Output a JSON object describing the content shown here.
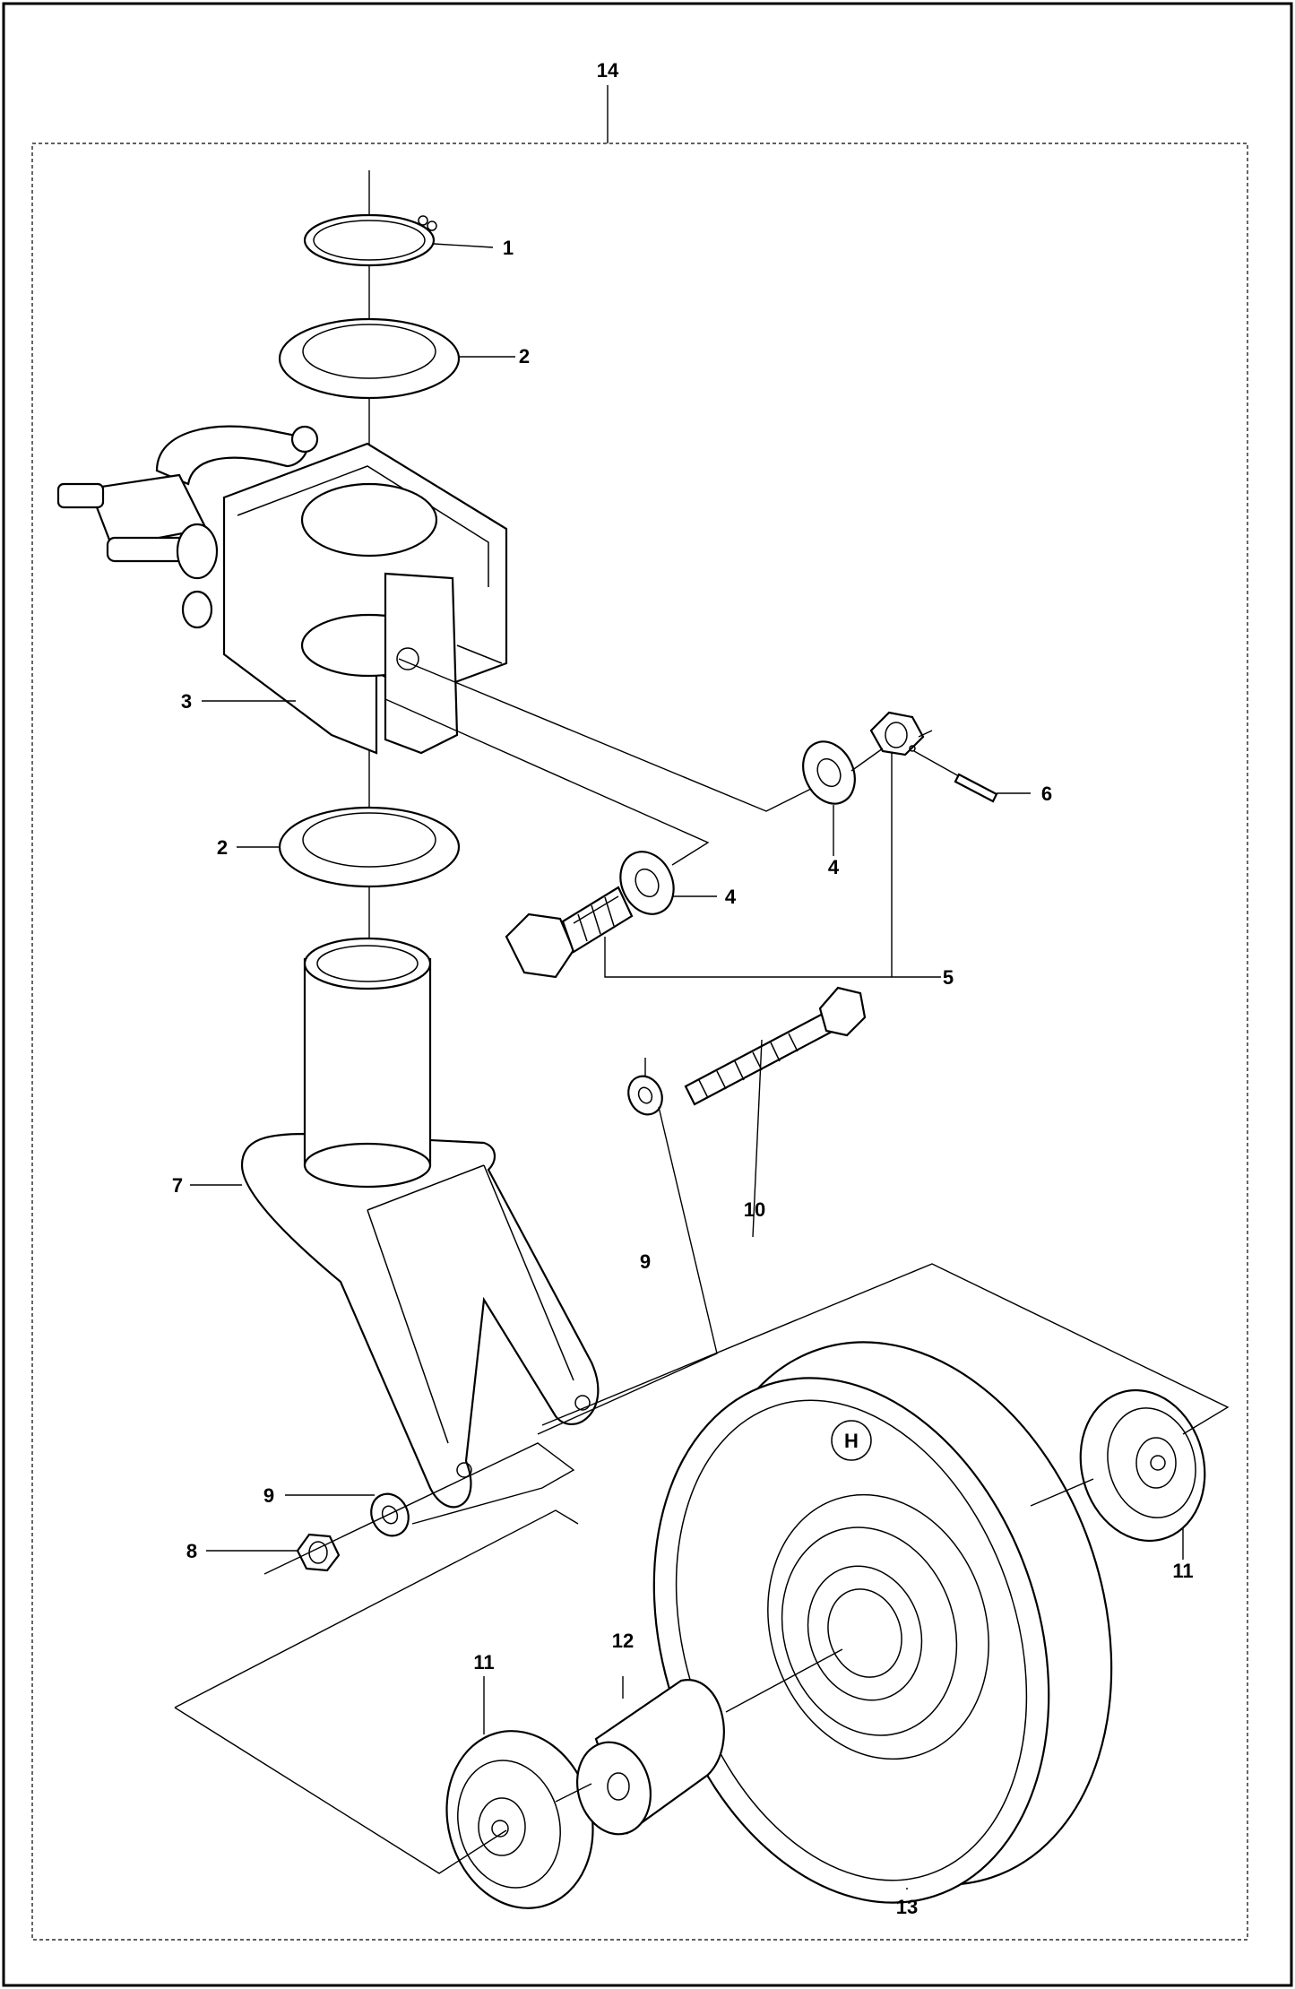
{
  "callouts": {
    "c1": "1",
    "c2a": "2",
    "c2b": "2",
    "c3": "3",
    "c4a": "4",
    "c4b": "4",
    "c5": "5",
    "c6": "6",
    "c7": "7",
    "c8": "8",
    "c9a": "9",
    "c9b": "9",
    "c10": "10",
    "c11a": "11",
    "c11b": "11",
    "c12": "12",
    "c13": "13",
    "c14": "14"
  },
  "logo_text": "H"
}
